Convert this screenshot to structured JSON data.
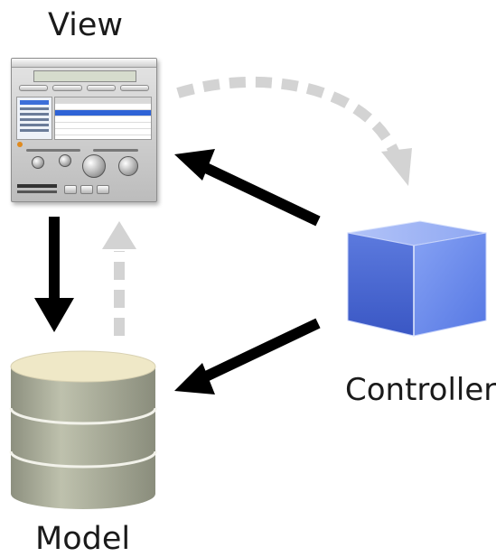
{
  "labels": {
    "view": "View",
    "controller": "Controller",
    "model": "Model"
  },
  "colors": {
    "solid_arrow": "#000000",
    "dashed_arrow": "#d3d3d3",
    "cube_front": "#6f8ff0",
    "cube_top": "#a3b8f6",
    "cube_side": "#4d6bd6",
    "database_body": "#a7ab98",
    "database_top": "#efe8c7"
  },
  "icons": {
    "view": "application-window-icon",
    "controller": "blue-cube-icon",
    "model": "database-cylinder-icon"
  }
}
